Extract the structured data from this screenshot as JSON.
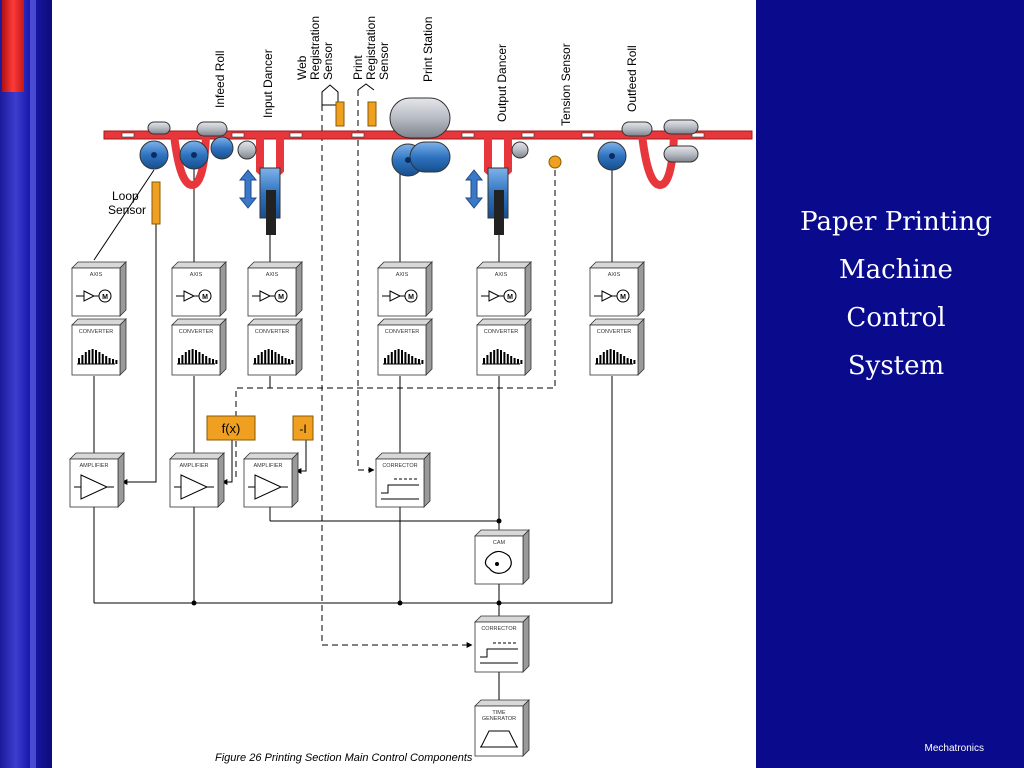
{
  "slide": {
    "title_lines": [
      "Paper Printing",
      "Machine",
      "Control",
      "System"
    ],
    "footer": "Mechatronics"
  },
  "diagram": {
    "caption": "Figure 26   Printing Section Main Control Components",
    "labels": {
      "infeed_roll": "Infeed Roll",
      "input_dancer": "Input Dancer",
      "web_reg_1": "Web",
      "web_reg_2": "Registration",
      "web_reg_3": "Sensor",
      "print_reg_1": "Print",
      "print_reg_2": "Registration",
      "print_reg_3": "Sensor",
      "print_station": "Print Station",
      "output_dancer": "Output Dancer",
      "tension_sensor": "Tension Sensor",
      "outfeed_roll": "Outfeed Roll",
      "loop_1": "Loop",
      "loop_2": "Sensor",
      "fx": "f(x)",
      "minus": "-I"
    },
    "block_labels": {
      "axis": "AXIS",
      "converter": "CONVERTER",
      "amplifier": "AMPLIFIER",
      "corrector": "CORRECTOR",
      "cam": "CAM",
      "generator_1": "TIME",
      "generator_2": "GENERATOR"
    },
    "colors": {
      "web": "#e8373c",
      "roller_blue": "#2f74c0",
      "roller_gray": "#b8bcc4",
      "sensor_orange": "#f0a020",
      "arrow_blue": "#3a78c8"
    }
  }
}
